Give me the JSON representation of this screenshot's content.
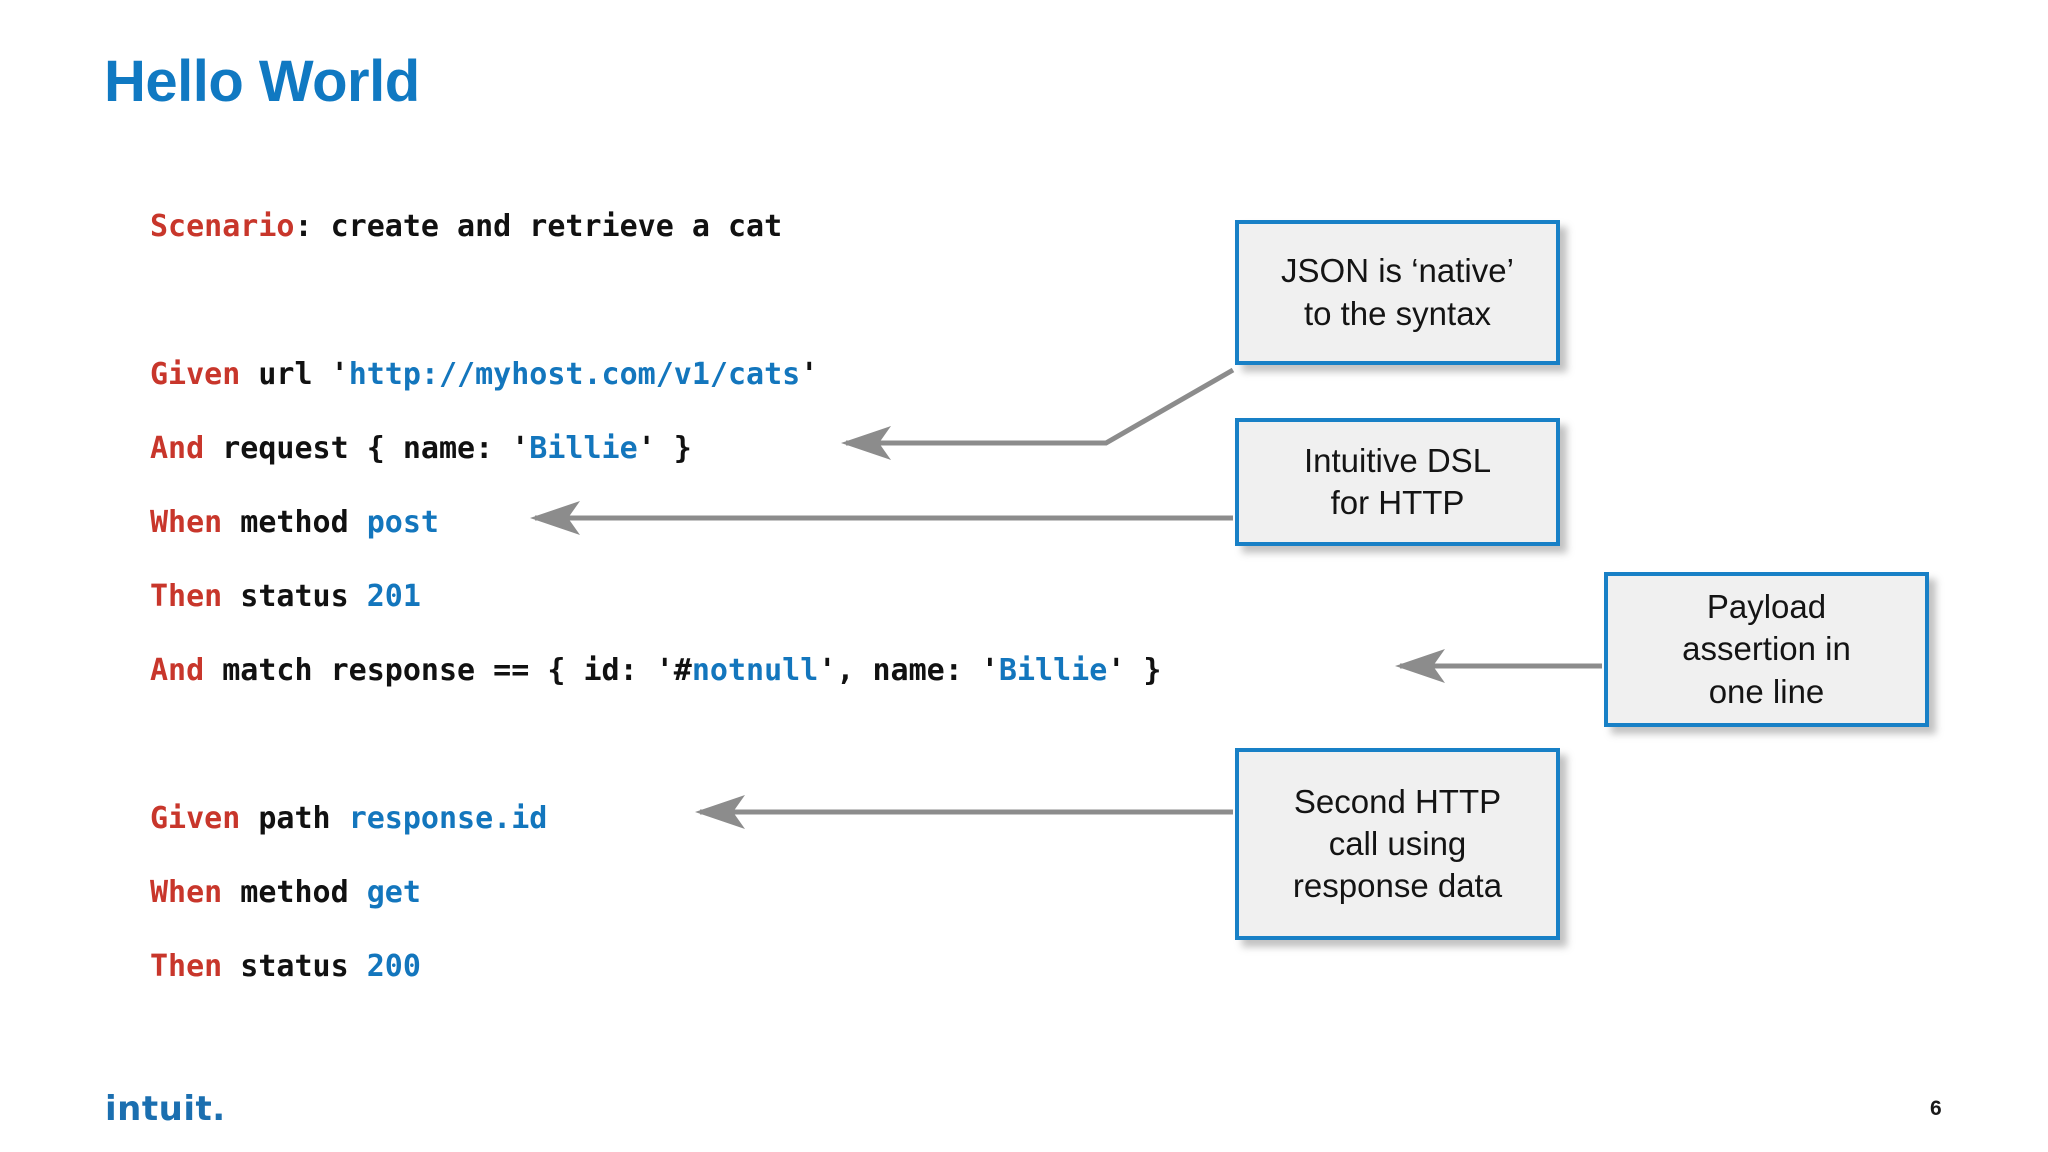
{
  "slide": {
    "title": "Hello World",
    "page_number": "6",
    "logo_text": "intuit."
  },
  "code": {
    "lines": [
      {
        "tokens": [
          {
            "t": "Scenario",
            "c": "kw"
          },
          {
            "t": ": create and retrieve a cat",
            "c": "plain"
          }
        ]
      },
      {
        "tokens": []
      },
      {
        "tokens": [
          {
            "t": "Given",
            "c": "kw"
          },
          {
            "t": " url '",
            "c": "plain"
          },
          {
            "t": "http://myhost.com/v1/cats",
            "c": "val"
          },
          {
            "t": "'",
            "c": "plain"
          }
        ]
      },
      {
        "tokens": [
          {
            "t": "And",
            "c": "kw"
          },
          {
            "t": " request { name: '",
            "c": "plain"
          },
          {
            "t": "Billie",
            "c": "val"
          },
          {
            "t": "' }",
            "c": "plain"
          }
        ]
      },
      {
        "tokens": [
          {
            "t": "When",
            "c": "kw"
          },
          {
            "t": " method ",
            "c": "plain"
          },
          {
            "t": "post",
            "c": "val"
          }
        ]
      },
      {
        "tokens": [
          {
            "t": "Then",
            "c": "kw"
          },
          {
            "t": " status ",
            "c": "plain"
          },
          {
            "t": "201",
            "c": "val"
          }
        ]
      },
      {
        "tokens": [
          {
            "t": "And",
            "c": "kw"
          },
          {
            "t": " match response == { id: '#",
            "c": "plain"
          },
          {
            "t": "notnull",
            "c": "val"
          },
          {
            "t": "', name: '",
            "c": "plain"
          },
          {
            "t": "Billie",
            "c": "val"
          },
          {
            "t": "' }",
            "c": "plain"
          }
        ]
      },
      {
        "tokens": []
      },
      {
        "tokens": [
          {
            "t": "Given",
            "c": "kw"
          },
          {
            "t": " path ",
            "c": "plain"
          },
          {
            "t": "response.id",
            "c": "val"
          }
        ]
      },
      {
        "tokens": [
          {
            "t": "When",
            "c": "kw"
          },
          {
            "t": " method ",
            "c": "plain"
          },
          {
            "t": "get",
            "c": "val"
          }
        ]
      },
      {
        "tokens": [
          {
            "t": "Then",
            "c": "kw"
          },
          {
            "t": " status ",
            "c": "plain"
          },
          {
            "t": "200",
            "c": "val"
          }
        ]
      }
    ],
    "plain_text": [
      "Scenario: create and retrieve a cat",
      "",
      "Given url 'http://myhost.com/v1/cats'",
      "And request { name: 'Billie' }",
      "When method post",
      "Then status 201",
      "And match response == { id: '#notnull', name: 'Billie' }",
      "",
      "Given path response.id",
      "When method get",
      "Then status 200"
    ]
  },
  "callouts": [
    {
      "id": "json",
      "line1": "JSON is ‘native’",
      "line2": "to the syntax",
      "line3": ""
    },
    {
      "id": "dsl",
      "line1": "Intuitive DSL",
      "line2": "for HTTP",
      "line3": ""
    },
    {
      "id": "payload",
      "line1": "Payload",
      "line2": "assertion in",
      "line3": "one line"
    },
    {
      "id": "second",
      "line1": "Second HTTP",
      "line2": "call using",
      "line3": "response data"
    }
  ],
  "colors": {
    "title_blue": "#1079C2",
    "keyword_red": "#C8362B",
    "value_blue": "#1376BD",
    "callout_border": "#1880C6",
    "callout_fill": "#F0F0F0",
    "arrow_gray": "#8C8C8C"
  }
}
